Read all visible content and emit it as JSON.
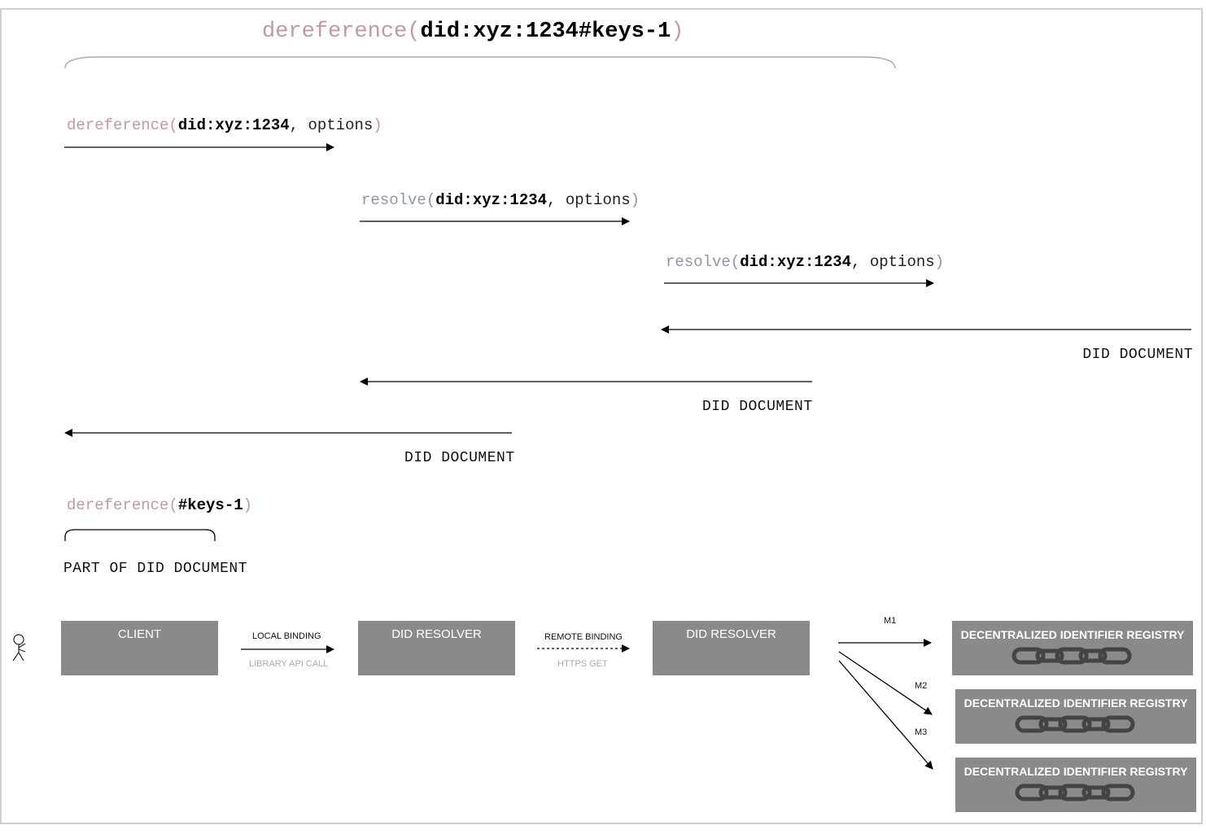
{
  "top_call": {
    "fn": "dereference(",
    "arg": "did:xyz:1234#keys-1",
    "close": ")"
  },
  "call_deref": {
    "fn": "dereference(",
    "arg": "did:xyz:1234",
    "rest": ", options",
    "close": ")"
  },
  "call_resolve_1": {
    "fn": "resolve(",
    "arg": "did:xyz:1234",
    "rest": ", options",
    "close": ")"
  },
  "call_resolve_2": {
    "fn": "resolve(",
    "arg": "did:xyz:1234",
    "rest": ", options",
    "close": ")"
  },
  "returns": {
    "r1": "DID DOCUMENT",
    "r2": "DID DOCUMENT",
    "r3": "DID DOCUMENT"
  },
  "fragment_call": {
    "fn": "dereference(",
    "arg": "#keys-1",
    "close": ")"
  },
  "fragment_result": "PART OF DID DOCUMENT",
  "components": {
    "client": "CLIENT",
    "resolver_local": "DID RESOLVER",
    "resolver_remote": "DID RESOLVER"
  },
  "bindings": {
    "local": {
      "label": "LOCAL BINDING",
      "sub": "LIBRARY API CALL"
    },
    "remote": {
      "label": "REMOTE BINDING",
      "sub": "HTTPS GET"
    }
  },
  "methods": [
    "M1",
    "M2",
    "M3"
  ],
  "registries": [
    "DECENTRALIZED IDENTIFIER REGISTRY",
    "DECENTRALIZED IDENTIFIER REGISTRY",
    "DECENTRALIZED IDENTIFIER REGISTRY"
  ],
  "icons": {
    "user": "stick-figure-icon",
    "chain": "chain-link-icon"
  },
  "colors": {
    "box": "#8a8a8a",
    "deref_fn": "#c09aa0",
    "resolve_fn": "#8e97a3"
  }
}
